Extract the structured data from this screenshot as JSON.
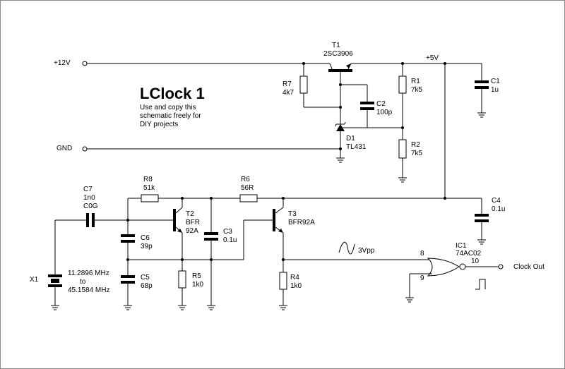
{
  "title": "LClock 1",
  "note_lines": [
    "Use and copy this",
    "schematic freely for",
    "DIY projects"
  ],
  "rails": {
    "v12": "+12V",
    "gnd": "GND",
    "v5": "+5V",
    "clock_out": "Clock Out"
  },
  "components": {
    "T1": {
      "ref": "T1",
      "value": "2SC3906"
    },
    "R7": {
      "ref": "R7",
      "value": "4k7"
    },
    "C2": {
      "ref": "C2",
      "value": "100p"
    },
    "R1": {
      "ref": "R1",
      "value": "7k5"
    },
    "R2": {
      "ref": "R2",
      "value": "7k5"
    },
    "D1": {
      "ref": "D1",
      "value": "TL431"
    },
    "C1": {
      "ref": "C1",
      "value": "1u"
    },
    "C7": {
      "ref": "C7",
      "value": "1n0",
      "value2": "C0G"
    },
    "R8": {
      "ref": "R8",
      "value": "51k"
    },
    "R6": {
      "ref": "R6",
      "value": "56R"
    },
    "T2": {
      "ref": "T2",
      "value": "BFR",
      "value2": "92A"
    },
    "T3": {
      "ref": "T3",
      "value": "BFR92A"
    },
    "C6": {
      "ref": "C6",
      "value": "39p"
    },
    "C5": {
      "ref": "C5",
      "value": "68p"
    },
    "C3": {
      "ref": "C3",
      "value": "0.1u"
    },
    "C4": {
      "ref": "C4",
      "value": "0.1u"
    },
    "R5": {
      "ref": "R5",
      "value": "1k0"
    },
    "R4": {
      "ref": "R4",
      "value": "1k0"
    },
    "X1": {
      "ref": "X1",
      "value": "11.2896 MHz",
      "value2": "to",
      "value3": "45.1584 MHz"
    },
    "IC1": {
      "ref": "IC1",
      "value": "74AC02",
      "pin_a": "8",
      "pin_b": "9",
      "pin_out": "10"
    }
  },
  "signal_label": "3Vpp"
}
